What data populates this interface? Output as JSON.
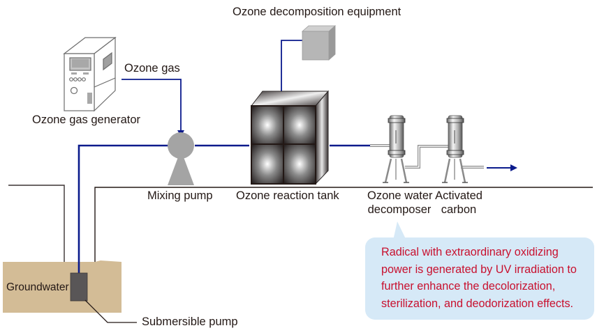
{
  "title": "Ozone water treatment system for groundwater",
  "labels": {
    "ozone_decomposition_equipment": "Ozone decomposition equipment",
    "ozone_gas": "Ozone gas",
    "ozone_gas_generator": "Ozone gas generator",
    "mixing_pump": "Mixing pump",
    "ozone_reaction_tank": "Ozone reaction tank",
    "ozone_water_decomposer_line1": "Ozone water",
    "ozone_water_decomposer_line2": "decomposer",
    "activated_carbon_line1": "Activated",
    "activated_carbon_line2": "carbon",
    "groundwater": "Groundwater",
    "submersible_pump": "Submersible pump"
  },
  "callout": {
    "lines": [
      "Radical with extraordinary oxidizing",
      "power is generated by UV irradiation to",
      "further enhance the decolorization,",
      "sterilization, and deodorization effects."
    ]
  },
  "colors": {
    "pipe": "#0a1a8c",
    "ground_line": "#231815",
    "groundwater_fill": "#d3bc96",
    "callout_bg": "#d6e9f7",
    "callout_text": "#c8102e",
    "equipment_gray": "#a9a9a9"
  }
}
